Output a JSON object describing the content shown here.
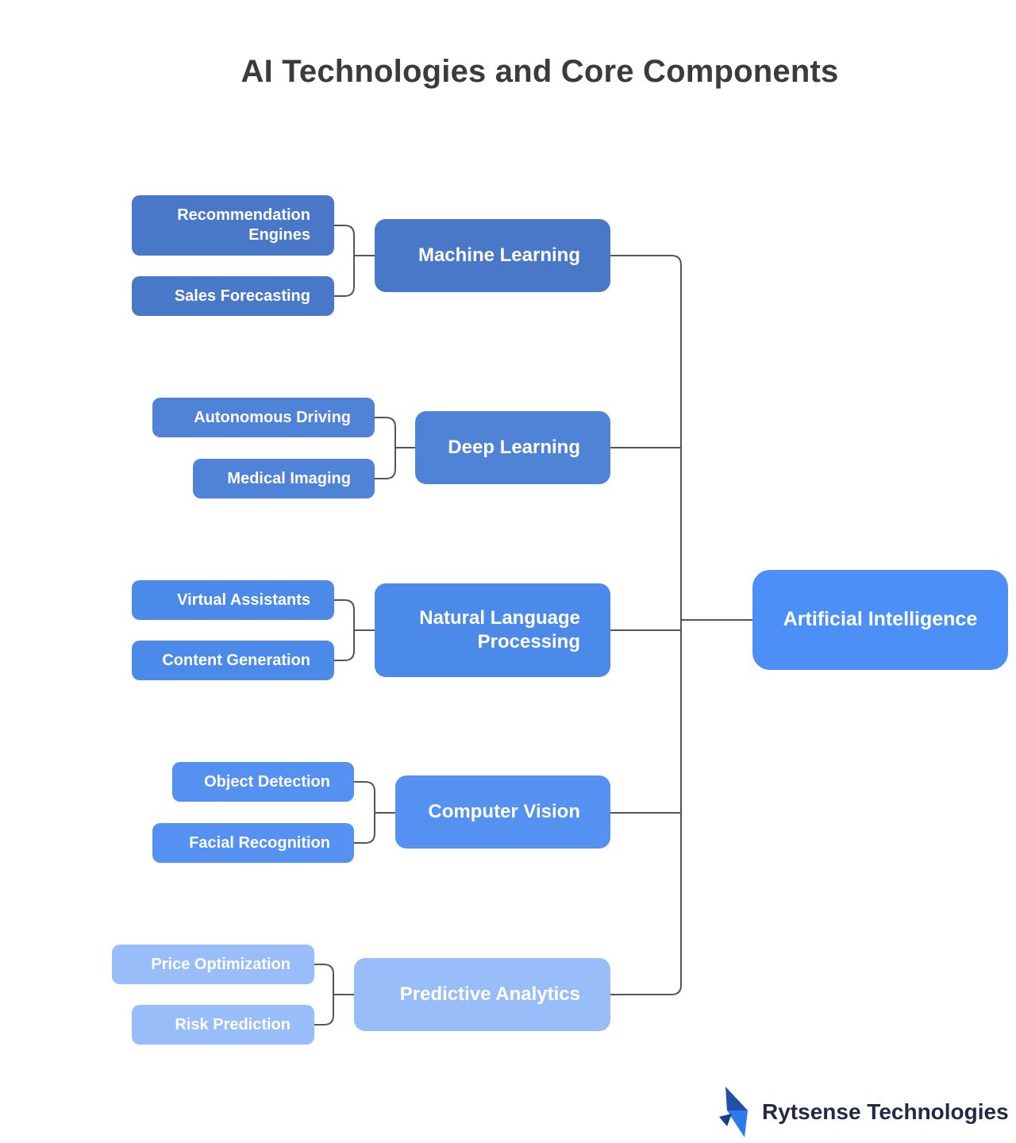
{
  "title": "AI Technologies and Core Components",
  "colors": {
    "ml": "#4A78C8",
    "dl": "#4F83D8",
    "nlp": "#4C8AEA",
    "cv": "#5491F0",
    "pa": "#98BDF9",
    "root": "#4C90F7",
    "line": "#555555"
  },
  "root": {
    "label": "Artificial Intelligence"
  },
  "branches": [
    {
      "label": "Machine Learning",
      "children": [
        "Recommendation Engines",
        "Sales Forecasting"
      ]
    },
    {
      "label": "Deep Learning",
      "children": [
        "Autonomous Driving",
        "Medical Imaging"
      ]
    },
    {
      "label": "Natural Language Processing",
      "children": [
        "Virtual Assistants",
        "Content Generation"
      ]
    },
    {
      "label": "Computer Vision",
      "children": [
        "Object Detection",
        "Facial Recognition"
      ]
    },
    {
      "label": "Predictive Analytics",
      "children": [
        "Price Optimization",
        "Risk Prediction"
      ]
    }
  ],
  "logo": {
    "text": "Rytsense Technologies",
    "icon": "arrow-chevron-logo-icon"
  }
}
